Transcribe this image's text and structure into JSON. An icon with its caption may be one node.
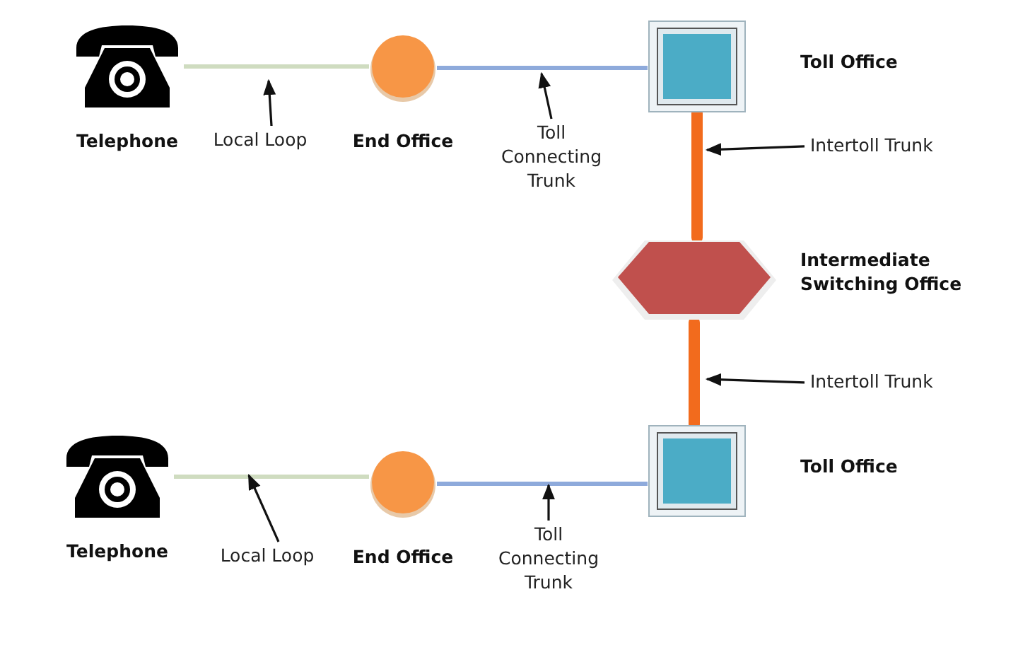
{
  "diagram": {
    "nodes": [
      {
        "text": [
          "Telephone"
        ]
      },
      {
        "text": [
          "Local Loop"
        ]
      },
      {
        "text": [
          "End Office"
        ]
      },
      {
        "text": [
          "Toll Connecting Trunk"
        ]
      },
      {
        "text": [
          "Toll Office"
        ]
      },
      {
        "text": [
          "Intertoll Trunk"
        ]
      },
      {
        "text": [
          "Intermediate Switching Office"
        ]
      },
      {
        "text": [
          "Intertoll Trunk"
        ]
      },
      {
        "text": [
          "Toll Office"
        ]
      },
      {
        "text": [
          "Telephone"
        ]
      },
      {
        "text": [
          "Local Loop"
        ]
      },
      {
        "text": [
          "End Office"
        ]
      },
      {
        "text": [
          "Toll Connecting Trunk"
        ]
      }
    ],
    "edges": [
      {
        "from": 0,
        "to": 2,
        "arrow": "none",
        "color": "#cfdcc0"
      },
      {
        "from": 2,
        "to": 4,
        "arrow": "none",
        "color": "#8eaadb"
      },
      {
        "from": 4,
        "to": 6,
        "arrow": "none",
        "style": "thick",
        "color": "#f26b1d"
      },
      {
        "from": 6,
        "to": 8,
        "arrow": "none",
        "style": "thick",
        "color": "#f26b1d"
      },
      {
        "from": 9,
        "to": 11,
        "arrow": "none",
        "color": "#cfdcc0"
      },
      {
        "from": 11,
        "to": 8,
        "arrow": "none",
        "color": "#8eaadb"
      },
      {
        "from": 1,
        "to": null,
        "arrow": "to"
      },
      {
        "from": 3,
        "to": null,
        "arrow": "to"
      },
      {
        "from": 5,
        "to": null,
        "arrow": "to"
      },
      {
        "from": 7,
        "to": null,
        "arrow": "to"
      },
      {
        "from": 10,
        "to": null,
        "arrow": "to"
      },
      {
        "from": 12,
        "to": null,
        "arrow": "to"
      }
    ]
  }
}
